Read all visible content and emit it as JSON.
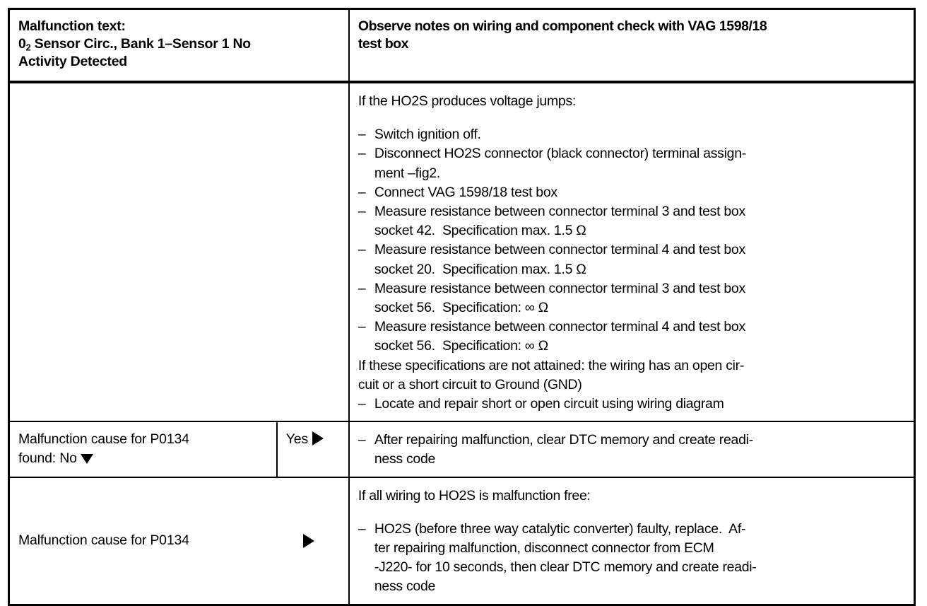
{
  "document": {
    "type": "diagnostic-procedure-table",
    "dtc_code": "P0134"
  },
  "header": {
    "left": {
      "title_line": "Malfunction text:",
      "code_line_pre": "0",
      "code_line_sub": "2",
      "code_line_post": " Sensor Circ., Bank 1–Sensor 1 No",
      "code_line_2": "Activity Detected"
    },
    "right": {
      "line1": "Observe notes on wiring and component check with VAG 1598/18",
      "line2": "test box"
    }
  },
  "main_row": {
    "left_cell": "",
    "right_cell": {
      "intro": "If the HO2S produces voltage jumps:",
      "bullets": [
        "Switch ignition off.",
        "Disconnect HO2S connector (black connector) terminal assign-\nment –fig2.",
        "Connect VAG 1598/18 test box",
        "Measure resistance between connector terminal 3 and test box\nsocket 42.  Specification max. 1.5 Ω",
        "Measure resistance between connector terminal 4 and test box\nsocket 20.  Specification max. 1.5 Ω",
        "Measure resistance between connector terminal 3 and test box\nsocket 56.  Specification: ∞ Ω",
        "Measure resistance between connector terminal 4 and test box\nsocket 56.  Specification: ∞ Ω"
      ],
      "closing_para": "If these specifications are not attained: the wiring has an open cir-\ncuit or a short circuit to Ground (GND)",
      "closing_bullets": [
        "Locate and repair short or open circuit using wiring diagram"
      ]
    }
  },
  "decision_row": {
    "left_label_line1": "Malfunction cause for P0134",
    "left_label_line2": "found: No",
    "left_marker": "down-triangle",
    "yes_label": "Yes",
    "yes_marker": "right-triangle",
    "right_bullets": [
      "After repairing malfunction, clear DTC memory and create readi-\nness code"
    ]
  },
  "final_row": {
    "left_label": "Malfunction cause for P0134",
    "left_marker": "right-triangle",
    "right_cell": {
      "intro": "If all wiring to HO2S is malfunction free:",
      "bullets": [
        "HO2S (before three way catalytic converter) faulty, replace.  Af-\nter repairing malfunction, disconnect connector from ECM\n-J220- for 10 seconds, then clear DTC memory and create readi-\nness code"
      ]
    }
  },
  "glyphs": {
    "dash": "–",
    "ohm": "Ω",
    "infinity": "∞"
  },
  "colors": {
    "ink": "#000000",
    "paper": "#ffffff"
  }
}
